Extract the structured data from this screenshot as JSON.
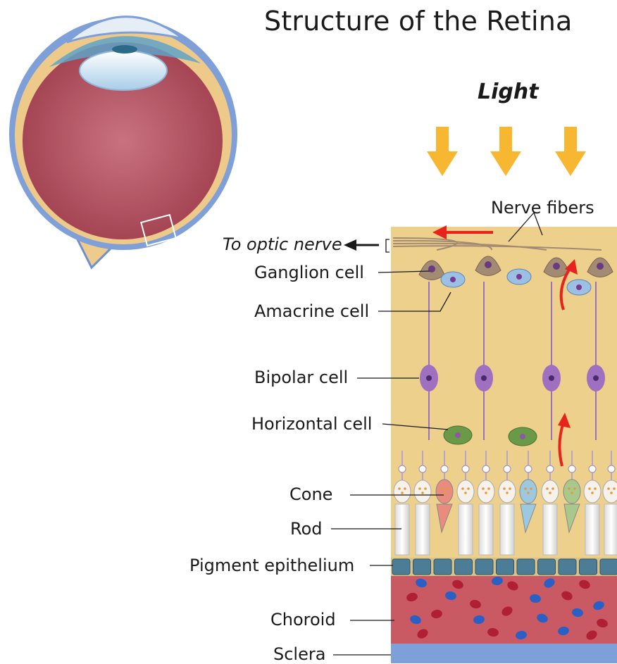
{
  "title": "Structure of the Retina",
  "light_label": "Light",
  "labels": {
    "nerve_fibers": "Nerve fibers",
    "optic_nerve": "To optic nerve",
    "ganglion": "Ganglion cell",
    "amacrine": "Amacrine cell",
    "bipolar": "Bipolar cell",
    "horizontal": "Horizontal cell",
    "cone": "Cone",
    "rod": "Rod",
    "pigment": "Pigment epithelium",
    "choroid": "Choroid",
    "sclera": "Sclera"
  },
  "colors": {
    "light_arrow": "#f7b731",
    "retina_bg": "#ecd08c",
    "choroid": "#c95a64",
    "sclera": "#7ea0d8",
    "pigment": "#4d7d96",
    "signal_arrow": "#e8231e",
    "ganglion": "#a38a72",
    "bipolar": "#a070c0",
    "horizontal": "#6a9a48",
    "amacrine": "#9cc0e4"
  }
}
